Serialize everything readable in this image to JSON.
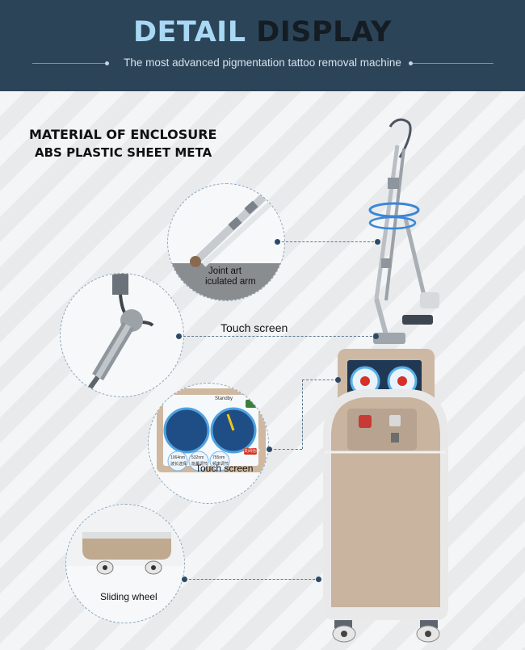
{
  "header": {
    "title_part1": "DETAIL",
    "title_part2": "DISPLAY",
    "subtitle": "The most advanced pigmentation tattoo removal machine"
  },
  "material": {
    "line1": "MATERIAL OF ENCLOSURE",
    "line2": "ABS PLASTIC SHEET META"
  },
  "callouts": {
    "arm_label_line1": "Joint art",
    "arm_label_line2": "iculated arm",
    "touch_screen_main": "Touch screen",
    "touch_screen_inset": "Touch screen",
    "sliding_wheel": "Sliding wheel"
  },
  "screen": {
    "status": "Standby",
    "wl1": "1064nm",
    "wl1_sub": "波长选择",
    "wl2": "532nm",
    "wl2_sub": "能量调节",
    "wl3": "755nm",
    "wl3_sub": "频率调节",
    "tag": "关闭治疗"
  },
  "colors": {
    "header_bg": "#2c4458",
    "title_light": "#a9d8f4",
    "title_dark": "#141c24",
    "machine_body": "#cbb5a0",
    "accent_blue": "#2e7fd0"
  }
}
